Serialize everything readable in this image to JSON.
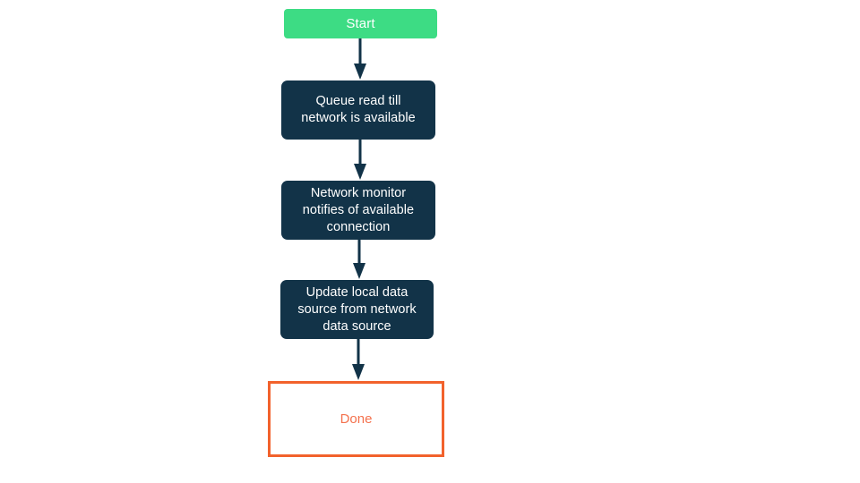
{
  "diagram": {
    "type": "flowchart",
    "orientation": "top-to-bottom",
    "background_color": "#ffffff",
    "colors": {
      "start_fill": "#3ddc84",
      "process_fill": "#123348",
      "process_text": "#ffffff",
      "done_border": "#f2622c",
      "done_text": "#f4714d",
      "arrow": "#123348"
    },
    "nodes": [
      {
        "id": "start",
        "label": "Start",
        "shape": "rounded-rectangle",
        "role": "terminal-start"
      },
      {
        "id": "queue-read",
        "label": "Queue read till\nnetwork is available",
        "shape": "rounded-rectangle",
        "role": "process"
      },
      {
        "id": "network-monitor",
        "label": "Network monitor\nnotifies of available\nconnection",
        "shape": "rounded-rectangle",
        "role": "process"
      },
      {
        "id": "update-local",
        "label": "Update local data\nsource from network\ndata source",
        "shape": "rounded-rectangle",
        "role": "process"
      },
      {
        "id": "done",
        "label": "Done",
        "shape": "rectangle",
        "role": "terminal-end"
      }
    ],
    "edges": [
      {
        "id": "edge-1",
        "from": "start",
        "to": "queue-read",
        "label": ""
      },
      {
        "id": "edge-2",
        "from": "queue-read",
        "to": "network-monitor",
        "label": ""
      },
      {
        "id": "edge-3",
        "from": "network-monitor",
        "to": "update-local",
        "label": ""
      },
      {
        "id": "edge-4",
        "from": "update-local",
        "to": "done",
        "label": ""
      }
    ]
  }
}
